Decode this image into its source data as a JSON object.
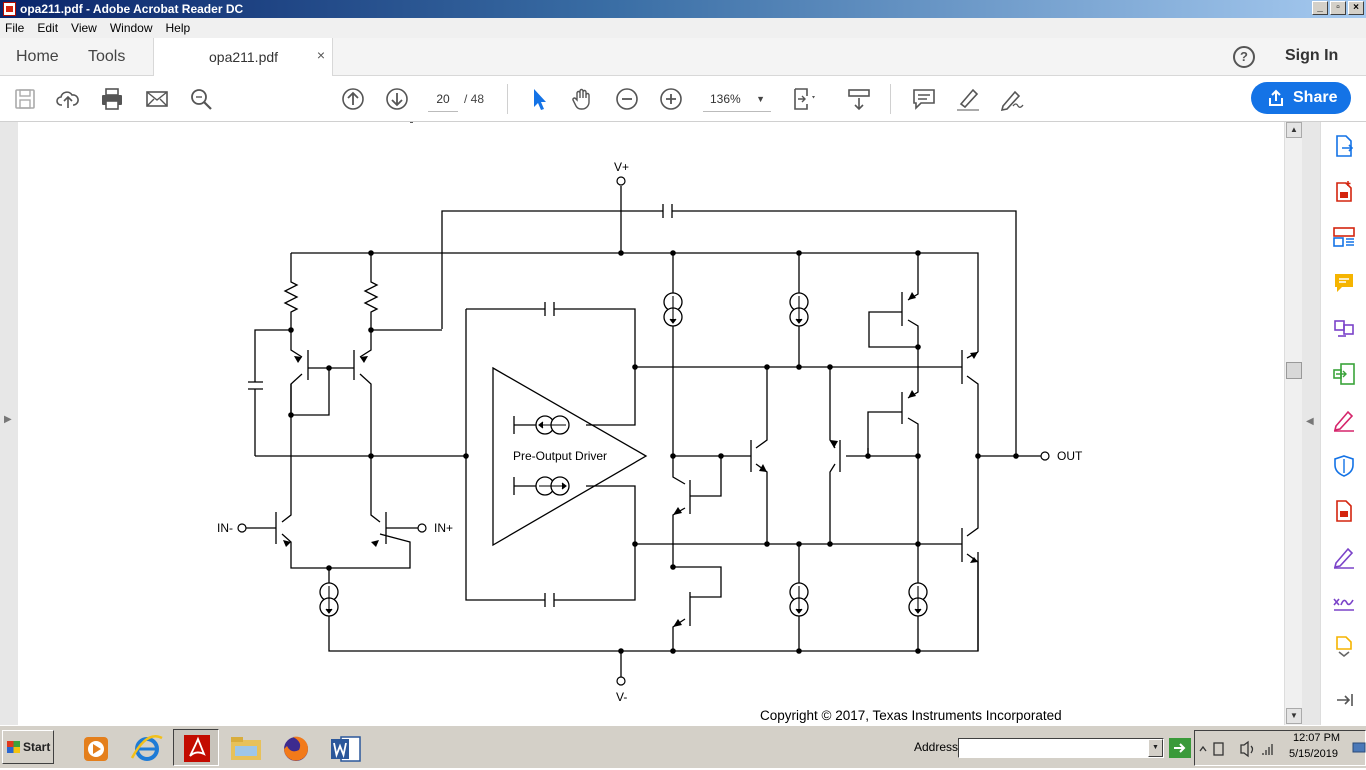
{
  "window": {
    "title": "opa211.pdf - Adobe Acrobat Reader DC",
    "min": "_",
    "restore": "▫",
    "close": "×"
  },
  "menu": [
    "File",
    "Edit",
    "View",
    "Window",
    "Help"
  ],
  "tabs": {
    "home": "Home",
    "tools": "Tools",
    "document": "opa211.pdf",
    "close": "×"
  },
  "header": {
    "help": "?",
    "sign_in": "Sign In"
  },
  "toolbar": {
    "page_current": "20",
    "page_total": "/ 48",
    "zoom": "136%",
    "share": "Share"
  },
  "diagram": {
    "labels": {
      "vplus": "V+",
      "vminus": "V-",
      "out": "OUT",
      "in_minus": "IN-",
      "in_plus": "IN+",
      "driver": "Pre-Output Driver"
    },
    "copyright": "Copyright © 2017, Texas Instruments Incorporated"
  },
  "taskbar": {
    "start": "Start",
    "address_label": "Address",
    "address_value": "",
    "time": "12:07 PM",
    "date": "5/15/2019"
  },
  "colors": {
    "accent": "#1473e6",
    "acrobat_red": "#d4250f",
    "panel_icons": "#1473e6"
  },
  "icons": {
    "right_panel": [
      "export-pdf-icon",
      "create-pdf-icon",
      "organize-pages-icon",
      "comment-icon",
      "combine-files-icon",
      "compress-icon",
      "edit-pdf-icon",
      "protect-icon",
      "export-icon",
      "fill-sign-icon",
      "request-signature-icon",
      "more-tools-icon"
    ]
  }
}
